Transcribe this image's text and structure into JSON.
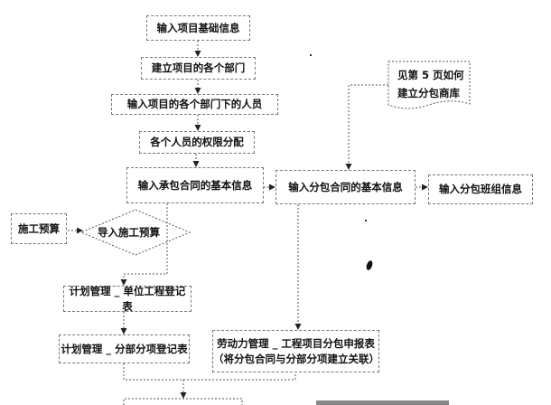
{
  "nodes": {
    "basic_info": "输入项目基础信息",
    "departments": "建立项目的各个部门",
    "dept_staff": "输入项目的各个部门下的人员",
    "permissions": "各个人员的权限分配",
    "main_contract": "输入承包合同的基本信息",
    "sub_contract": "输入分包合同的基本信息",
    "sub_team": "输入分包班组信息",
    "doc_line1": "见第 5 页如何",
    "doc_line2": "建立分包商库",
    "budget": "施工预算",
    "import_budget": "导入施工预算",
    "unit_project": "计划管理 _ 单位工程登记表",
    "sub_items": "计划管理 _ 分部分项登记表",
    "labor_line1": "劳动力管理 _ 工程项目分包申报表",
    "labor_line2": "（将分包合同与分部分项建立关联）"
  }
}
